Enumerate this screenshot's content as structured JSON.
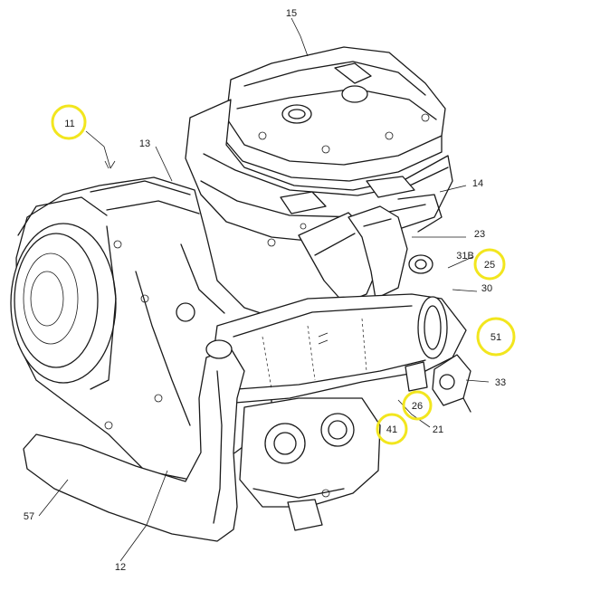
{
  "highlight_color": "#f2e61e",
  "line_color": "#1a1a1a",
  "labels": {
    "l15": "15",
    "l11": "11",
    "l13": "13",
    "l14": "14",
    "l23": "23",
    "l31b": "31B",
    "l25": "25",
    "l30": "30",
    "l51": "51",
    "l33": "33",
    "l26": "26",
    "l41": "41",
    "l21": "21",
    "l57": "57",
    "l12": "12"
  }
}
